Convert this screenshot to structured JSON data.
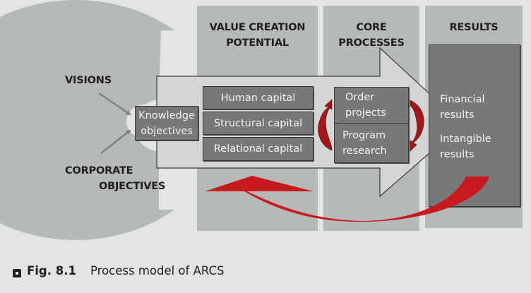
{
  "figure": {
    "columns": [
      {
        "title_line1": "VALUE CREATION",
        "title_line2": "POTENTIAL"
      },
      {
        "title_line1": "CORE",
        "title_line2": "PROCESSES"
      },
      {
        "title_line1": "RESULTS",
        "title_line2": ""
      }
    ],
    "inputs": {
      "visions": "VISIONS",
      "corporate_line1": "CORPORATE",
      "corporate_line2": "OBJECTIVES"
    },
    "knowledge_objectives": {
      "line1": "Knowledge",
      "line2": "objectives"
    },
    "capitals": [
      "Human capital",
      "Structural capital",
      "Relational capital"
    ],
    "core_processes": [
      {
        "line1": "Order",
        "line2": "projects"
      },
      {
        "line1": "Program",
        "line2": "research"
      }
    ],
    "results": {
      "financial_line1": "Financial",
      "financial_line2": "results",
      "intangible_line1": "Intangible",
      "intangible_line2": "results"
    },
    "colors": {
      "background": "#e3e4e6",
      "column": "#b5bab9",
      "arrow_fill": "#d4d6d5",
      "box": "#787878",
      "feedback_red": "#c8191f",
      "cycle_red": "#a5161b"
    }
  },
  "caption": {
    "figure_number": "Fig. 8.1",
    "text": "Process model of ARCS"
  }
}
